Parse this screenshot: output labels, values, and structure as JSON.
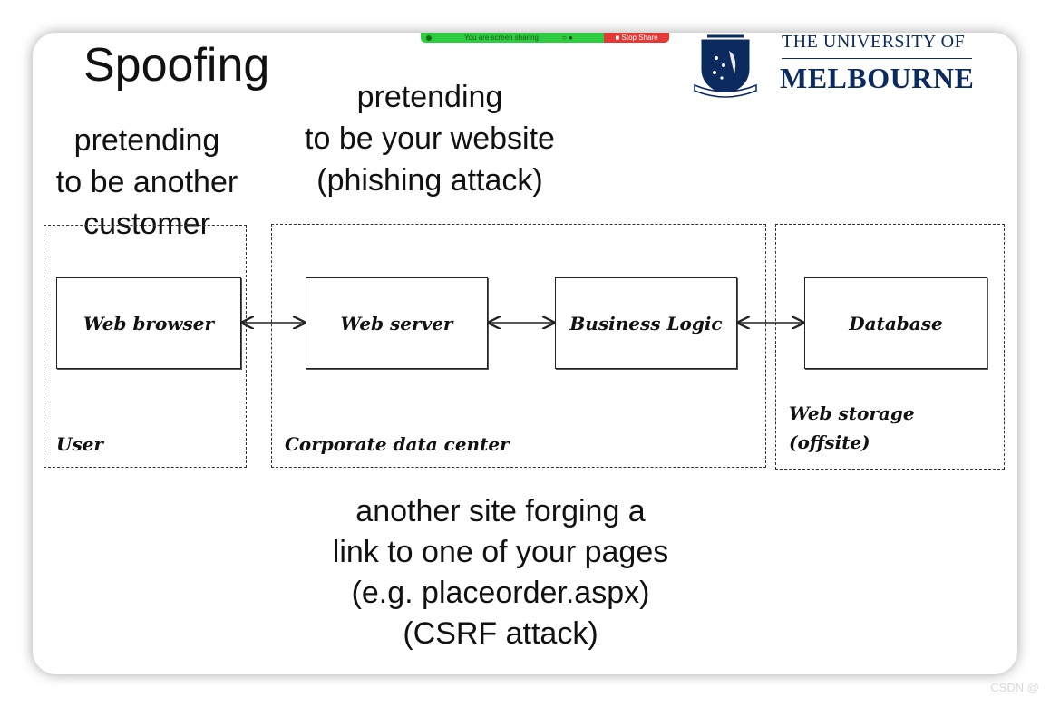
{
  "screen_share": {
    "message": "You are screen sharing",
    "stop_label": "Stop Share"
  },
  "slide": {
    "title": "Spoofing",
    "university_top": "THE UNIVERSITY OF",
    "university_bottom": "MELBOURNE"
  },
  "notes": {
    "customer_lines": [
      "pretending",
      "to be another",
      "customer"
    ],
    "website_lines": [
      "pretending",
      "to be your website",
      "(phishing attack)"
    ],
    "csrf_lines": [
      "another site forging a",
      "link to one of your pages",
      "(e.g. placeorder.aspx)",
      "(CSRF attack)"
    ]
  },
  "diagram": {
    "boxes": {
      "web_browser": "Web browser",
      "web_server": "Web server",
      "business_logic": "Business Logic",
      "database": "Database"
    },
    "zones": {
      "user": "User",
      "corporate": "Corporate data center",
      "web_storage_line1": "Web storage",
      "web_storage_line2": "(offsite)"
    }
  },
  "watermark": "CSDN @"
}
